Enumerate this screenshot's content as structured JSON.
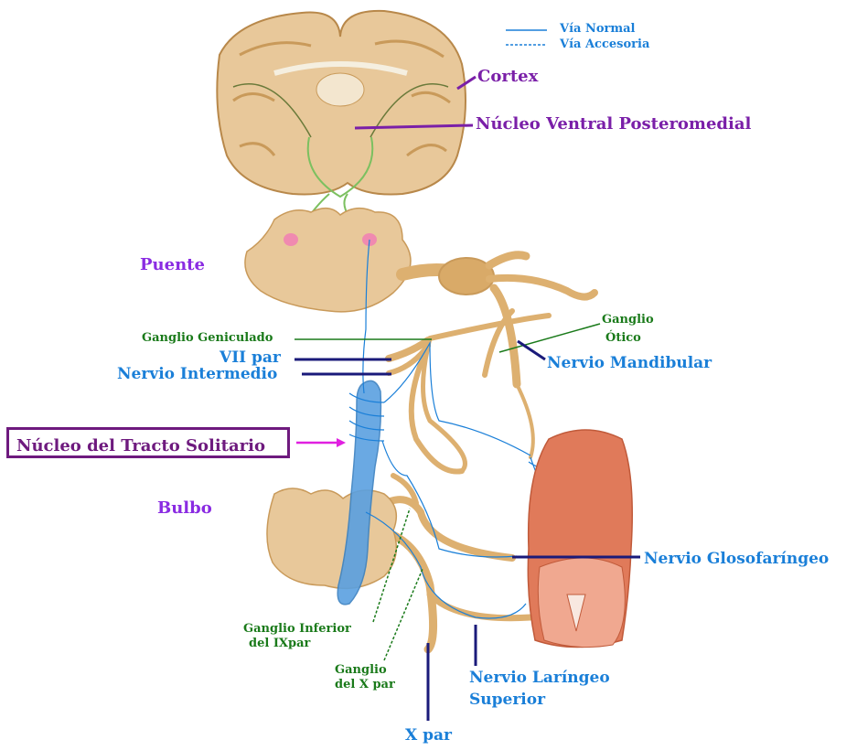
{
  "legend": {
    "normal": "Vía Normal",
    "accessory": "Vía Accesoria",
    "line_color": "#1a7fd8"
  },
  "labels": {
    "cortex": "Cortex",
    "vpm": "Núcleo Ventral Posteromedial",
    "puente": "Puente",
    "bulbo": "Bulbo",
    "ganglio_geniculado": "Ganglio Geniculado",
    "vii_par": "VII par",
    "nervio_intermedio": "Nervio Intermedio",
    "nucleo_tracto_solitario": "Núcleo del Tracto Solitario",
    "ganglio_otico_1": "Ganglio",
    "ganglio_otico_2": "Ótico",
    "nervio_mandibular": "Nervio Mandibular",
    "nervio_glosofaringeo": "Nervio Glosofaríngeo",
    "ganglio_inferior_1": "Ganglio Inferior",
    "ganglio_inferior_2": "del IXpar",
    "ganglio_x_1": "Ganglio",
    "ganglio_x_2": "del X par",
    "laringeo_1": "Nervio Laríngeo",
    "laringeo_2": "Superior",
    "x_par": "X par"
  },
  "colors": {
    "tissue": "#e8c89a",
    "tissue_dark": "#c99a5a",
    "nerve": "#ddb070",
    "pathway_green": "#7cc060",
    "nts_blue": "#5aa0e0",
    "tongue": "#e07a5a",
    "pointer_navy": "#1a1a7a",
    "pointer_purple": "#7a1fa8",
    "pointer_magenta": "#e020e0",
    "pointer_green": "#1a7a1a"
  }
}
